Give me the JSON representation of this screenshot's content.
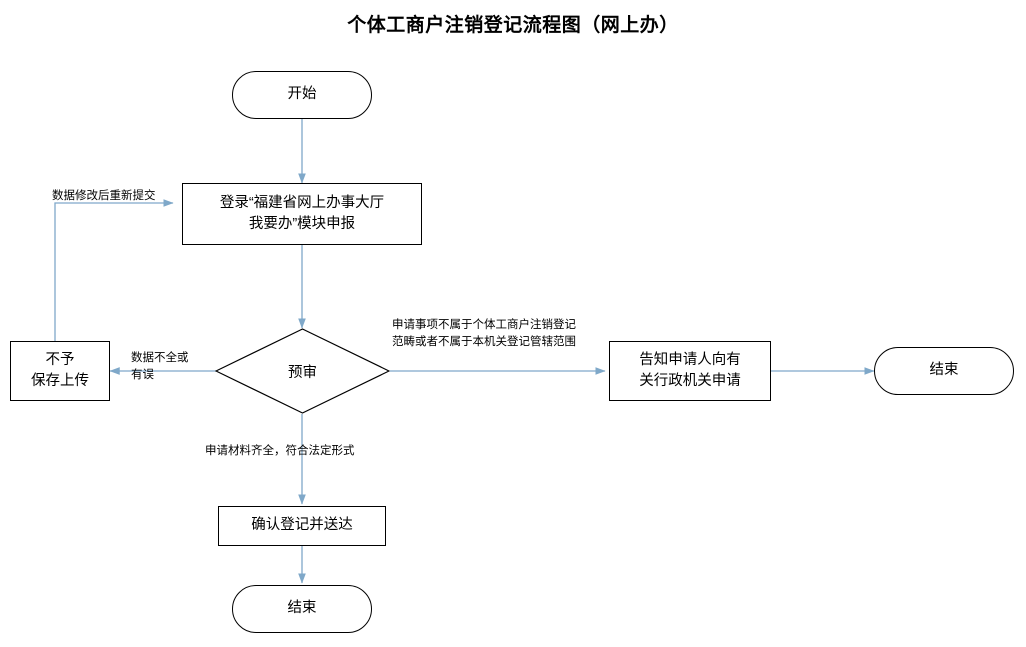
{
  "title": "个体工商户注销登记流程图（网上办）",
  "colors": {
    "connector": "#7fa8c9",
    "shape_border": "#000000",
    "text": "#000000",
    "background": "#ffffff"
  },
  "nodes": [
    {
      "id": "start",
      "label": "开始",
      "shape": "rounded-rect"
    },
    {
      "id": "apply",
      "label": "登录“福建省网上办事大厅\n我要办”模块申报",
      "shape": "rect"
    },
    {
      "id": "pre_review",
      "label": "预审",
      "shape": "diamond"
    },
    {
      "id": "not_save",
      "label": "不予\n保存上传",
      "shape": "rect"
    },
    {
      "id": "inform",
      "label": "告知申请人向有\n关行政机关申请",
      "shape": "rect"
    },
    {
      "id": "end_right",
      "label": "结束",
      "shape": "rounded-rect"
    },
    {
      "id": "confirm",
      "label": "确认登记并送达",
      "shape": "rect"
    },
    {
      "id": "end_bottom",
      "label": "结束",
      "shape": "rounded-rect"
    }
  ],
  "edge_labels": [
    {
      "id": "resubmit",
      "text": "数据修改后重新提交"
    },
    {
      "id": "incomplete",
      "text": "数据不全或\n有误"
    },
    {
      "id": "out_of_scope",
      "text": "申请事项不属于个体工商户注销登记\n范畴或者不属于本机关登记管辖范围"
    },
    {
      "id": "qualified",
      "text": "申请材料齐全，符合法定形式"
    }
  ]
}
